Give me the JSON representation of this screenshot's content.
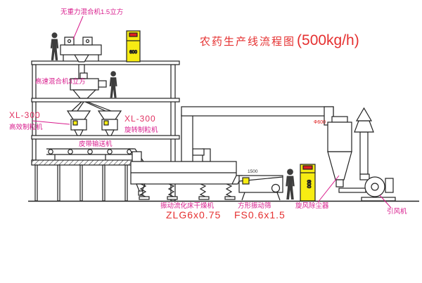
{
  "title": {
    "main": "农药生产线流程图",
    "capacity": "(500kg/h)"
  },
  "labels": {
    "top_mixer": "无重力混合机1.5立方",
    "high_speed_mixer": "高速混合机3立方",
    "xl300_left": "XL-300",
    "granulator_left": "高效制粒机",
    "xl300_right": "XL-300",
    "granulator_right": "旋转制粒机",
    "belt_conveyor": "皮带输送机",
    "dryer": "振动流化床干燥机",
    "dryer_model": "ZLG6x0.75",
    "screen": "方形振动筛",
    "screen_model": "FS0.6x1.5",
    "cyclone": "旋风除尘器",
    "fan": "引风机"
  },
  "annotations": {
    "cabinet_top_text": "600",
    "cabinet_right_text": "600",
    "cyclone_dia": "Ф600",
    "screen_dim": "1500"
  },
  "colors": {
    "line_dark": "#222222",
    "label_magenta": "#d81b8c",
    "title_red": "#e53030",
    "cabinet_yellow": "#f7ec13",
    "indicator_red": "#e02020"
  }
}
